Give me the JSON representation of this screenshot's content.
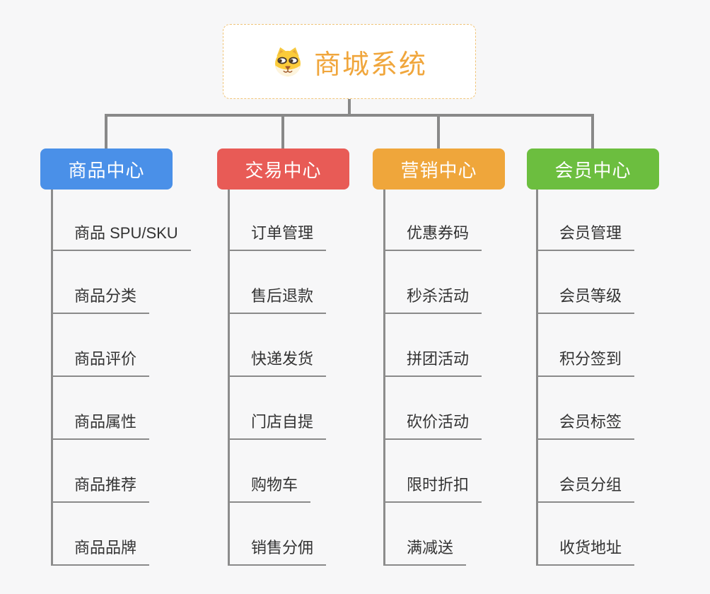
{
  "root": {
    "title": "商城系统",
    "icon": "shiba-dog-icon"
  },
  "branches": [
    {
      "label": "商品中心",
      "color": "#4a90e8",
      "items": [
        "商品 SPU/SKU",
        "商品分类",
        "商品评价",
        "商品属性",
        "商品推荐",
        "商品品牌"
      ]
    },
    {
      "label": "交易中心",
      "color": "#e85b56",
      "items": [
        "订单管理",
        "售后退款",
        "快递发货",
        "门店自提",
        "购物车",
        "销售分佣"
      ]
    },
    {
      "label": "营销中心",
      "color": "#efa63b",
      "items": [
        "优惠券码",
        "秒杀活动",
        "拼团活动",
        "砍价活动",
        "限时折扣",
        "满减送"
      ]
    },
    {
      "label": "会员中心",
      "color": "#6cbe3f",
      "items": [
        "会员管理",
        "会员等级",
        "积分签到",
        "会员标签",
        "会员分组",
        "收货地址"
      ]
    }
  ],
  "colors": {
    "background": "#f7f7f8",
    "connector_gray": "#898989",
    "title_orange": "#f0a63c",
    "root_border_dashed": "#f0c478",
    "leaf_text": "#333333"
  }
}
